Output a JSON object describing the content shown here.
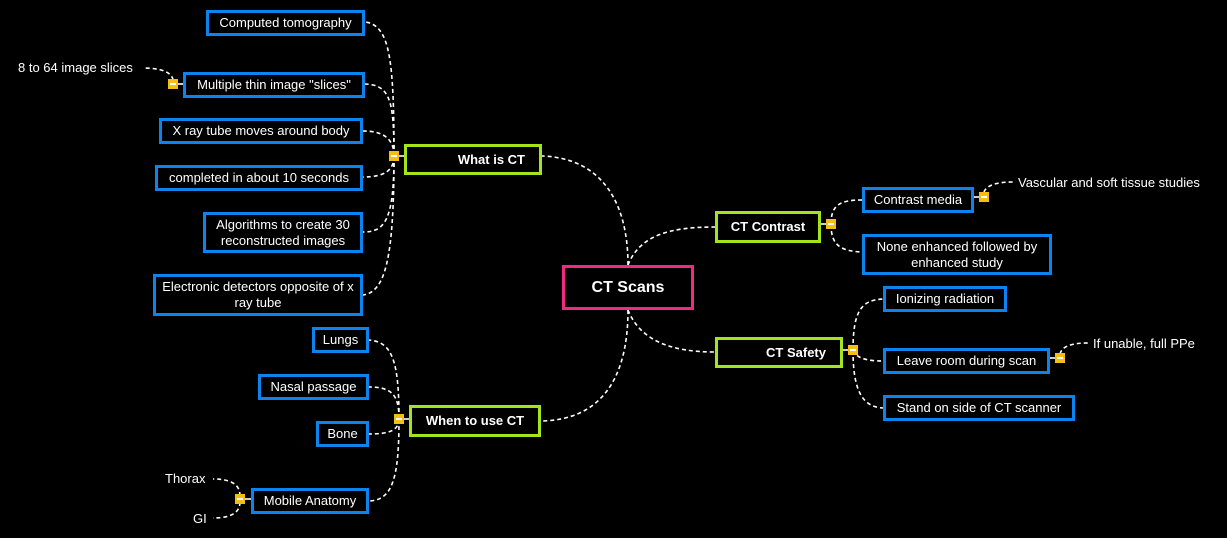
{
  "root": {
    "label": "CT Scans"
  },
  "what_is_ct": {
    "label": "What is CT",
    "children": [
      "Computed tomography",
      "Multiple thin image \"slices\"",
      "X ray tube moves around body",
      "completed in about 10 seconds",
      "Algorithms to create 30 reconstructed images",
      "Electronic detectors opposite of x ray tube"
    ],
    "slices_note": "8 to 64 image slices"
  },
  "when_to_use": {
    "label": "When to use CT",
    "children": [
      "Lungs",
      "Nasal passage",
      "Bone",
      "Mobile Anatomy"
    ],
    "mobile_children": [
      "Thorax",
      "GI"
    ]
  },
  "contrast": {
    "label": "CT Contrast",
    "children": [
      "Contrast media",
      "None enhanced followed by enhanced study"
    ],
    "media_note": "Vascular and soft tissue studies"
  },
  "safety": {
    "label": "CT Safety",
    "children": [
      "Ionizing radiation",
      "Leave room during scan",
      "Stand on side of CT scanner"
    ],
    "leave_note": "If unable, full PPe"
  },
  "colors": {
    "root_border": "#ef2a7f",
    "main_border": "#a4e41b",
    "leaf_border": "#0b84ef",
    "handle": "#f6bd12",
    "background": "#000000"
  }
}
